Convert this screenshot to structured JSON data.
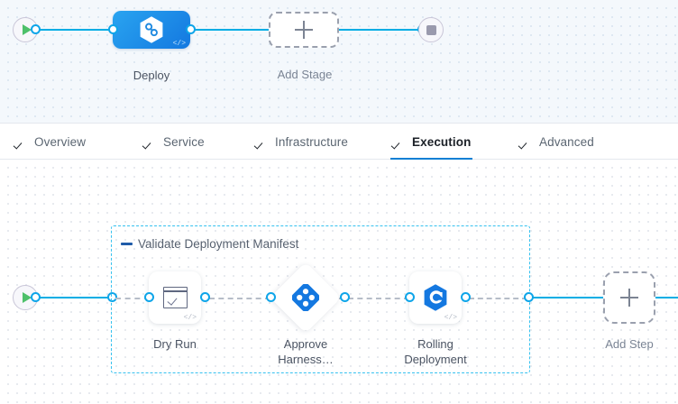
{
  "pipeline": {
    "stages_canvas": {
      "start_node": {
        "name": "start-node",
        "icon": "play-icon"
      },
      "end_node": {
        "name": "end-node",
        "icon": "stop-icon"
      },
      "stages": [
        {
          "label": "Deploy",
          "icon": "harness-hexagon-icon",
          "code_badge": "</>"
        }
      ],
      "add_stage": {
        "label": "Add Stage",
        "icon": "plus-icon"
      }
    },
    "tabs": [
      {
        "label": "Overview",
        "checked": true,
        "active": false
      },
      {
        "label": "Service",
        "checked": true,
        "active": false
      },
      {
        "label": "Infrastructure",
        "checked": true,
        "active": false
      },
      {
        "label": "Execution",
        "checked": true,
        "active": true
      },
      {
        "label": "Advanced",
        "checked": true,
        "active": false
      }
    ],
    "steps_canvas": {
      "start_node": {
        "name": "start-node",
        "icon": "play-icon"
      },
      "step_group": {
        "title": "Validate Deployment Manifest",
        "collapse_icon": "minus-icon",
        "steps": [
          {
            "label": "Dry Run",
            "icon": "dry-run-check-icon",
            "shape": "rounded",
            "code_badge": "</>"
          },
          {
            "label": "Approve\nHarness…",
            "label_line1": "Approve",
            "label_line2": "Harness…",
            "icon": "approval-diamond-icon",
            "shape": "diamond"
          },
          {
            "label": "Rolling Deployment",
            "label_line1": "Rolling",
            "label_line2": "Deployment",
            "icon": "rolling-deployment-icon",
            "shape": "rounded",
            "code_badge": "</>"
          }
        ]
      },
      "add_step": {
        "label": "Add Step",
        "icon": "plus-icon"
      }
    }
  },
  "colors": {
    "accent_blue": "#0ea5e9",
    "connector_blue": "#00ade4",
    "stage_blue": "#1478e0",
    "tab_active": "#0b7fd4",
    "group_border": "#35c1ef",
    "dashed_gray": "#b6bdc8",
    "play_green": "#4ec06a"
  }
}
